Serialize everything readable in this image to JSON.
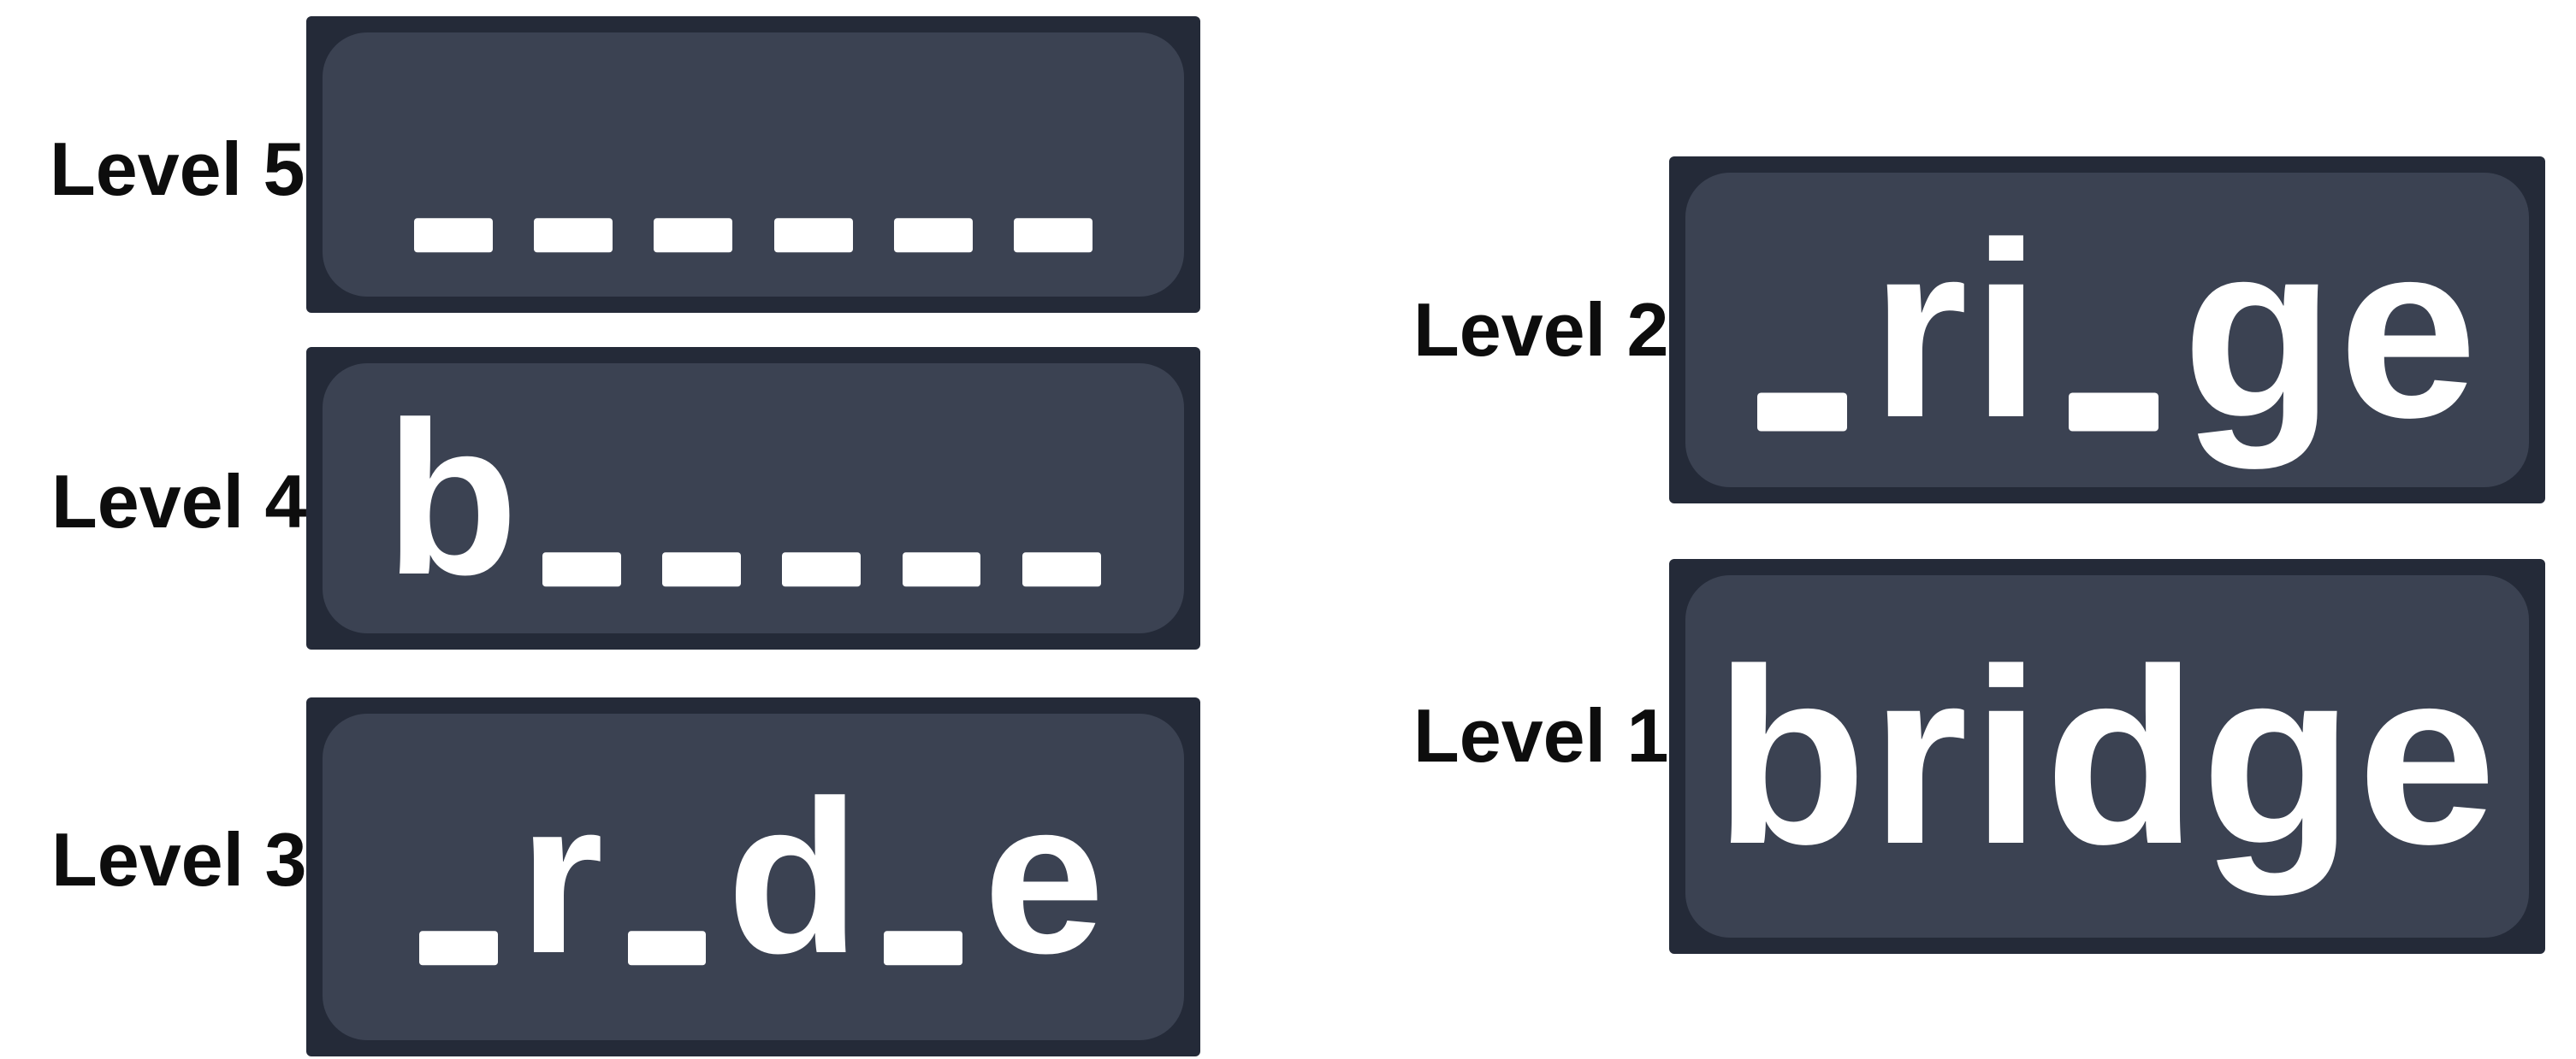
{
  "colors": {
    "background": "#ffffff",
    "card_outer": "#242a38",
    "card_inner": "#3b4252",
    "letter": "#ffffff",
    "label": "#0d0d0d"
  },
  "game": {
    "answer_word": "bridge",
    "levels": [
      {
        "label": "Level 5",
        "mask": "______"
      },
      {
        "label": "Level 4",
        "mask": "b_____"
      },
      {
        "label": "Level 3",
        "mask": "_r_d_e"
      },
      {
        "label": "Level 2",
        "mask": "_ri_ge"
      },
      {
        "label": "Level 1",
        "mask": "bridge"
      }
    ]
  }
}
